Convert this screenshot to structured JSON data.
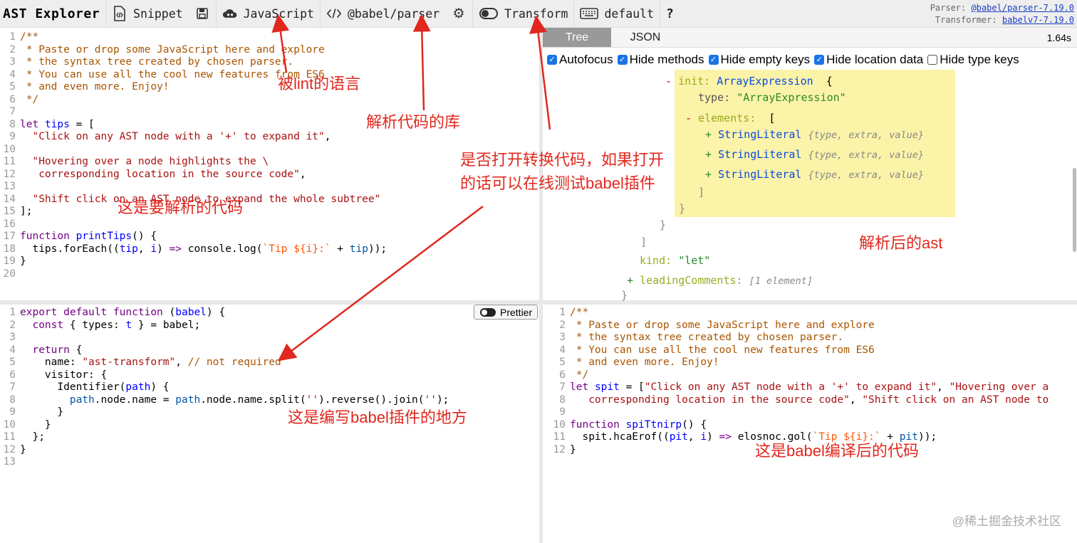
{
  "toolbar": {
    "logo": "AST Explorer",
    "snippet": "Snippet",
    "language": "JavaScript",
    "parser": "@babel/parser",
    "transform": "Transform",
    "keymap": "default",
    "help": "?",
    "parser_label": "Parser:",
    "parser_link": "@babel/parser-7.19.0",
    "transformer_label": "Transformer:",
    "transformer_link": "babelv7-7.19.0",
    "icons": [
      "snippet-icon",
      "save-icon",
      "cloud-icon",
      "code-icon",
      "gear-icon",
      "toggle-icon",
      "keyboard-icon"
    ]
  },
  "ast_panel": {
    "tabs": [
      "Tree",
      "JSON"
    ],
    "active_tab": "Tree",
    "time": "1.64s",
    "options": [
      {
        "label": "Autofocus",
        "checked": true
      },
      {
        "label": "Hide methods",
        "checked": true
      },
      {
        "label": "Hide empty keys",
        "checked": true
      },
      {
        "label": "Hide location data",
        "checked": true
      },
      {
        "label": "Hide type keys",
        "checked": false
      }
    ],
    "tree": {
      "init_key": "init:",
      "init_type": "ArrayExpression",
      "type_key": "type:",
      "type_value": "\"ArrayExpression\"",
      "elements_key": "elements:",
      "string_literal": "StringLiteral",
      "string_literal_meta": "{type, extra, value}",
      "kind_key": "kind:",
      "kind_value": "\"let\"",
      "leading_key": "leadingComments:",
      "leading_meta": "[1 element]"
    }
  },
  "prettier": {
    "label": "Prettier"
  },
  "annotations": {
    "lint_language": "被lint的语言",
    "parser_lib": "解析代码的库",
    "transform_toggle_1": "是否打开转换代码，如果打开",
    "transform_toggle_2": "的话可以在线测试babel插件",
    "source_code": "这是要解析的代码",
    "parsed_ast": "解析后的ast",
    "plugin_area": "这是编写babel插件的地方",
    "output_code": "这是babel编译后的代码"
  },
  "watermark": "@稀土掘金技术社区"
}
